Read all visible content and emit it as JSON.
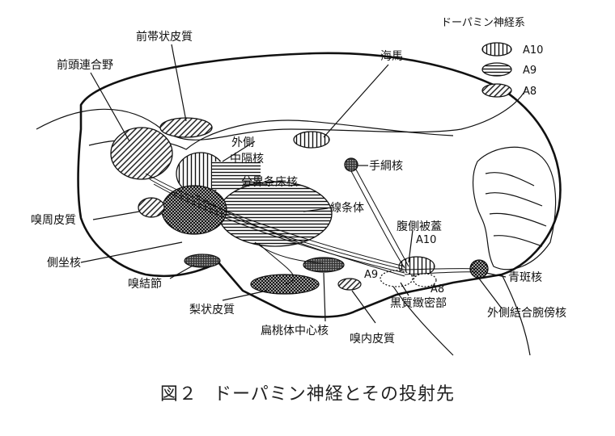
{
  "legend": {
    "title": "ドーパミン神経系",
    "items": [
      {
        "label": "A10",
        "pattern": "vertical"
      },
      {
        "label": "A9",
        "pattern": "horizontal"
      },
      {
        "label": "A8",
        "pattern": "diagonal"
      }
    ]
  },
  "labels": {
    "zentai": "前帯状皮質",
    "zentou": "前頭連合野",
    "kaiba": "海馬",
    "gaisoku": "外側",
    "chukaku": "中隔核",
    "tazuna": "手綱核",
    "bunkai": "分界条床核",
    "senjo": "線条体",
    "kyushu": "嗅周皮質",
    "fukusoku": "腹側被蓋",
    "a10": "A10",
    "sokuza": "側坐核",
    "a9": "A9",
    "a8": "A8",
    "seihan": "青斑核",
    "kyuketsu": "嗅結節",
    "kokushitsu": "黒質緻密部",
    "rijo": "梨状皮質",
    "gaisokuketsugo": "外側結合腕傍核",
    "hentou": "扁桃体中心核",
    "kyunai": "嗅内皮質"
  },
  "caption": {
    "number": "図２",
    "title": "ドーパミン神経とその投射先"
  }
}
